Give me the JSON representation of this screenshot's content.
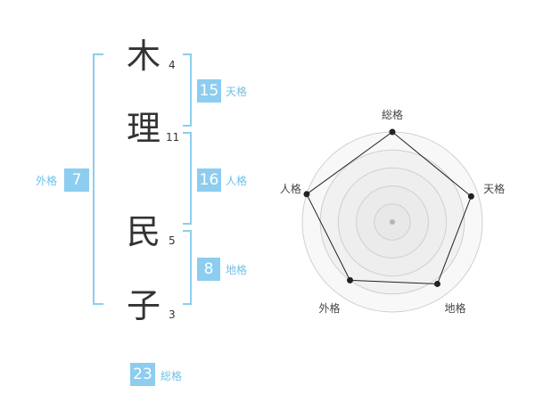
{
  "name": {
    "chars": [
      {
        "char": "木",
        "strokes": "4"
      },
      {
        "char": "理",
        "strokes": "11"
      },
      {
        "char": "民",
        "strokes": "5"
      },
      {
        "char": "子",
        "strokes": "3"
      }
    ]
  },
  "kakusu": {
    "tenkaku": {
      "value": "15",
      "label": "天格"
    },
    "jinkaku": {
      "value": "16",
      "label": "人格"
    },
    "chikaku": {
      "value": "8",
      "label": "地格"
    },
    "gaikaku": {
      "value": "7",
      "label": "外格"
    },
    "soukaku": {
      "value": "23",
      "label": "総格"
    }
  },
  "colors": {
    "accent": "#8ccdf0",
    "label": "#72c0ea",
    "text": "#333333"
  },
  "chart_data": {
    "type": "radar",
    "axes": [
      "総格",
      "天格",
      "地格",
      "外格",
      "人格"
    ],
    "values": [
      1.0,
      0.92,
      0.85,
      0.8,
      1.0
    ],
    "rings": 5,
    "grid": true
  }
}
